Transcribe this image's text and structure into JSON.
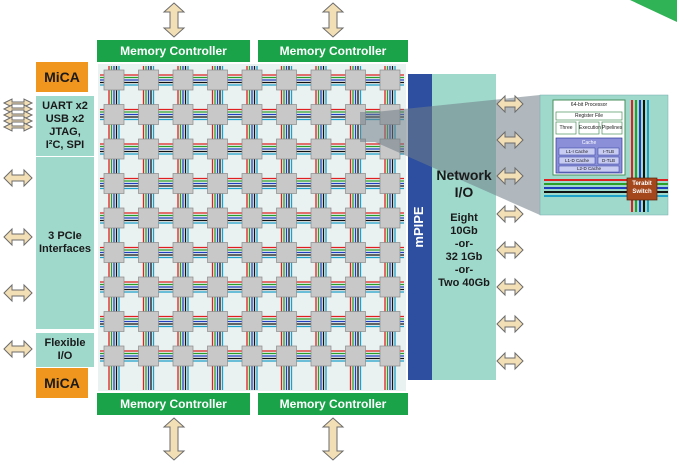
{
  "memory_controller_label": "Memory Controller",
  "mica_label": "MiCA",
  "uart_block": [
    "UART x2",
    "USB x2",
    "JTAG,",
    "I²C, SPI"
  ],
  "pcie_label": [
    "3 PCIe",
    "Interfaces"
  ],
  "flexible_io_label": [
    "Flexible",
    "I/O"
  ],
  "mpipe_label": "mPIPE",
  "network_title": [
    "Network",
    "I/O"
  ],
  "network_options": [
    "Eight",
    "10Gb",
    "-or-",
    "32 1Gb",
    "-or-",
    "Two 40Gb"
  ],
  "tile_detail": {
    "processor": "64-bit Processor",
    "register_file": "Register File",
    "pipelines": [
      "Three",
      "Execution",
      "Pipelines"
    ],
    "cache_title": "Cache",
    "l1i": "L1-I Cache",
    "l1d": "L1-D Cache",
    "l2": "L2-D Cache",
    "itlb": "I-TLB",
    "dtlb": "D-TLB",
    "switch": [
      "Terabit",
      "Switch"
    ]
  },
  "colors": {
    "memory_controller": "#1ba34a",
    "mica": "#f0961e",
    "io_block": "#9fd9cc",
    "mpipe": "#2e4fa0",
    "tile": "#c8c8c8",
    "arrow": "#f3dfb6"
  }
}
